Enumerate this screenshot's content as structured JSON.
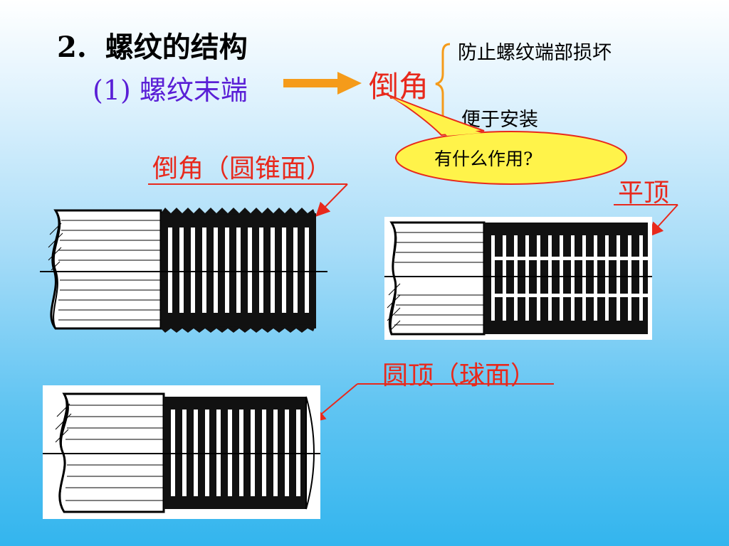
{
  "slide": {
    "title_number": "2.",
    "title_text": "螺纹的结构",
    "subtitle_number": "(1)",
    "subtitle_text": "螺纹末端",
    "chamfer_label": "倒角",
    "purpose_1": "防止螺纹端部损坏",
    "purpose_2": "便于安装",
    "question": "有什么作用?",
    "label_cone": "倒角（圆锥面）",
    "label_flat": "平顶",
    "label_round": "圆顶（球面）"
  },
  "colors": {
    "red_text": "#e8291c",
    "purple_text": "#5a1fd6",
    "arrow_orange": "#f59b1a",
    "bubble_fill": "#fff34a",
    "bubble_stroke": "#e8291c"
  },
  "icons": {
    "arrow": "right-arrow-icon",
    "brace": "left-brace-icon"
  }
}
